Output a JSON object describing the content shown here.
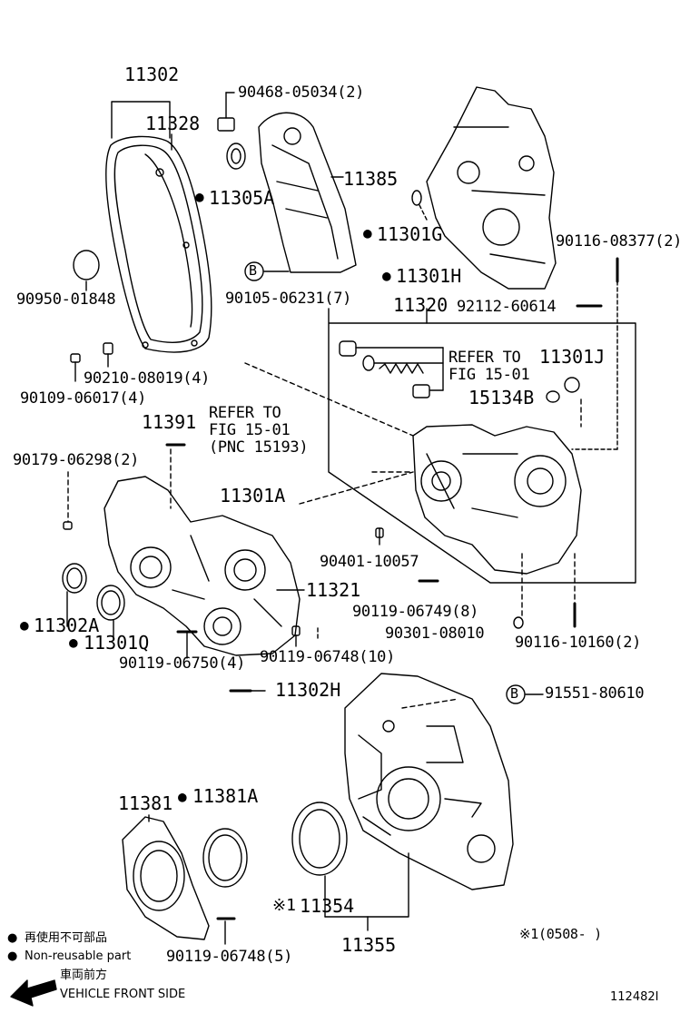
{
  "diagram": {
    "labels": {
      "p11302": "11302",
      "p11328": "11328",
      "p90468": "90468-05034(2)",
      "p11305A": "11305A",
      "p11385": "11385",
      "p11301G": "11301G",
      "p90116_08377": "90116-08377(2)",
      "p90950": "90950-01848",
      "p90105": "90105-06231(7)",
      "p11301H": "11301H",
      "p11320": "11320",
      "p92112": "92112-60614",
      "refer1_line1": "REFER TO",
      "refer1_line2": "FIG 15-01",
      "p11301J": "11301J",
      "p15134B": "15134B",
      "p90210": "90210-08019(4)",
      "p90109": "90109-06017(4)",
      "refer2_line1": "REFER TO",
      "refer2_line2": "FIG 15-01",
      "refer2_line3": "(PNC 15193)",
      "p11391": "11391",
      "p90179": "90179-06298(2)",
      "p11301A": "11301A",
      "p90401": "90401-10057",
      "p11321": "11321",
      "p90119_06749": "90119-06749(8)",
      "p11302A": "11302A",
      "p11301Q": "11301Q",
      "p90301": "90301-08010",
      "p90116_10160": "90116-10160(2)",
      "p90119_06750": "90119-06750(4)",
      "p90119_06748_10": "90119-06748(10)",
      "p11302H": "11302H",
      "p91551": "91551-80610",
      "p11381": "11381",
      "p11381A": "11381A",
      "p11354": "11354",
      "p11355": "11355",
      "p90119_06748_5": "90119-06748(5)",
      "date_note": "※1(0508-     )",
      "b_marker": "B",
      "dot": "●",
      "ref_mark": "※1"
    },
    "legend": {
      "jp_nonreusable": "再使用不可部品",
      "en_nonreusable": "Non-reusable part",
      "jp_front": "車両前方",
      "en_front": "VEHICLE FRONT SIDE"
    },
    "figure_id": "112482I"
  }
}
